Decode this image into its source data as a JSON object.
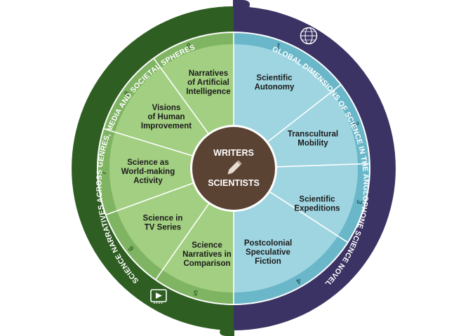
{
  "hub": {
    "line1": "WRITERS",
    "line2": "SCIENTISTS",
    "icon": "pencil-icon"
  },
  "left_arc_label": "SCIENCE NARRATIVES ACROSS GENRES, MEDIA AND SOCIETAL SPHERES",
  "right_arc_label": "GLOBAL DIMENSIONS OF SCIENCE IN THE ANGLOPHONE SCIENCE NOVEL",
  "right_icon": "globe-icon",
  "left_icon": "film-icon",
  "colors": {
    "left_ring": "#2f5e22",
    "right_ring": "#3b3364",
    "left_fill": "#a2cf81",
    "right_fill": "#9fd5e1",
    "left_band": "#7fb462",
    "right_band": "#6ab7c9",
    "hub": "#5b4334"
  },
  "segments": [
    {
      "number": "1",
      "lines": [
        "Scientific",
        "Autonomy"
      ]
    },
    {
      "number": "2",
      "lines": [
        "Transcultural",
        "Mobility"
      ]
    },
    {
      "number": "3",
      "lines": [
        "Scientific",
        "Expeditions"
      ]
    },
    {
      "number": "4",
      "lines": [
        "Postcolonial",
        "Speculative",
        "Fiction"
      ]
    },
    {
      "number": "5",
      "lines": [
        "Science",
        "Narratives in",
        "Comparison"
      ]
    },
    {
      "number": "6",
      "lines": [
        "Science in",
        "TV Series"
      ]
    },
    {
      "number": "7",
      "lines": [
        "Science as",
        "World-making",
        "Activity"
      ]
    },
    {
      "number": "8",
      "lines": [
        "Visions",
        "of Human",
        "Improvement"
      ]
    },
    {
      "number": "9",
      "lines": [
        "Narratives",
        "of Artificial",
        "Intelligence"
      ]
    }
  ]
}
